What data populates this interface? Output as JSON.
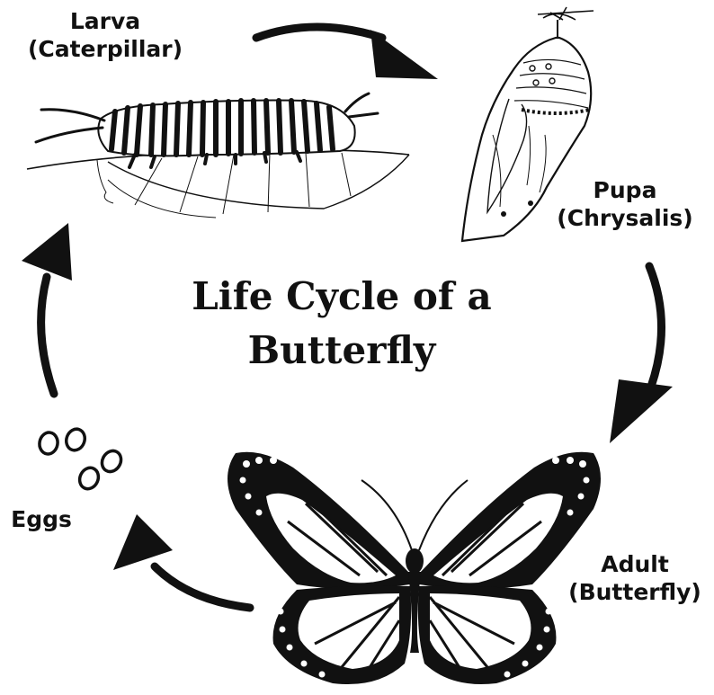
{
  "title": {
    "line1": "Life Cycle of a",
    "line2": "Butterfly"
  },
  "stages": {
    "larva": {
      "name": "Larva",
      "alt": "(Caterpillar)"
    },
    "pupa": {
      "name": "Pupa",
      "alt": "(Chrysalis)"
    },
    "adult": {
      "name": "Adult",
      "alt": "(Butterfly)"
    },
    "eggs": {
      "name": "Eggs"
    }
  },
  "colors": {
    "ink": "#111111",
    "background": "#ffffff"
  }
}
